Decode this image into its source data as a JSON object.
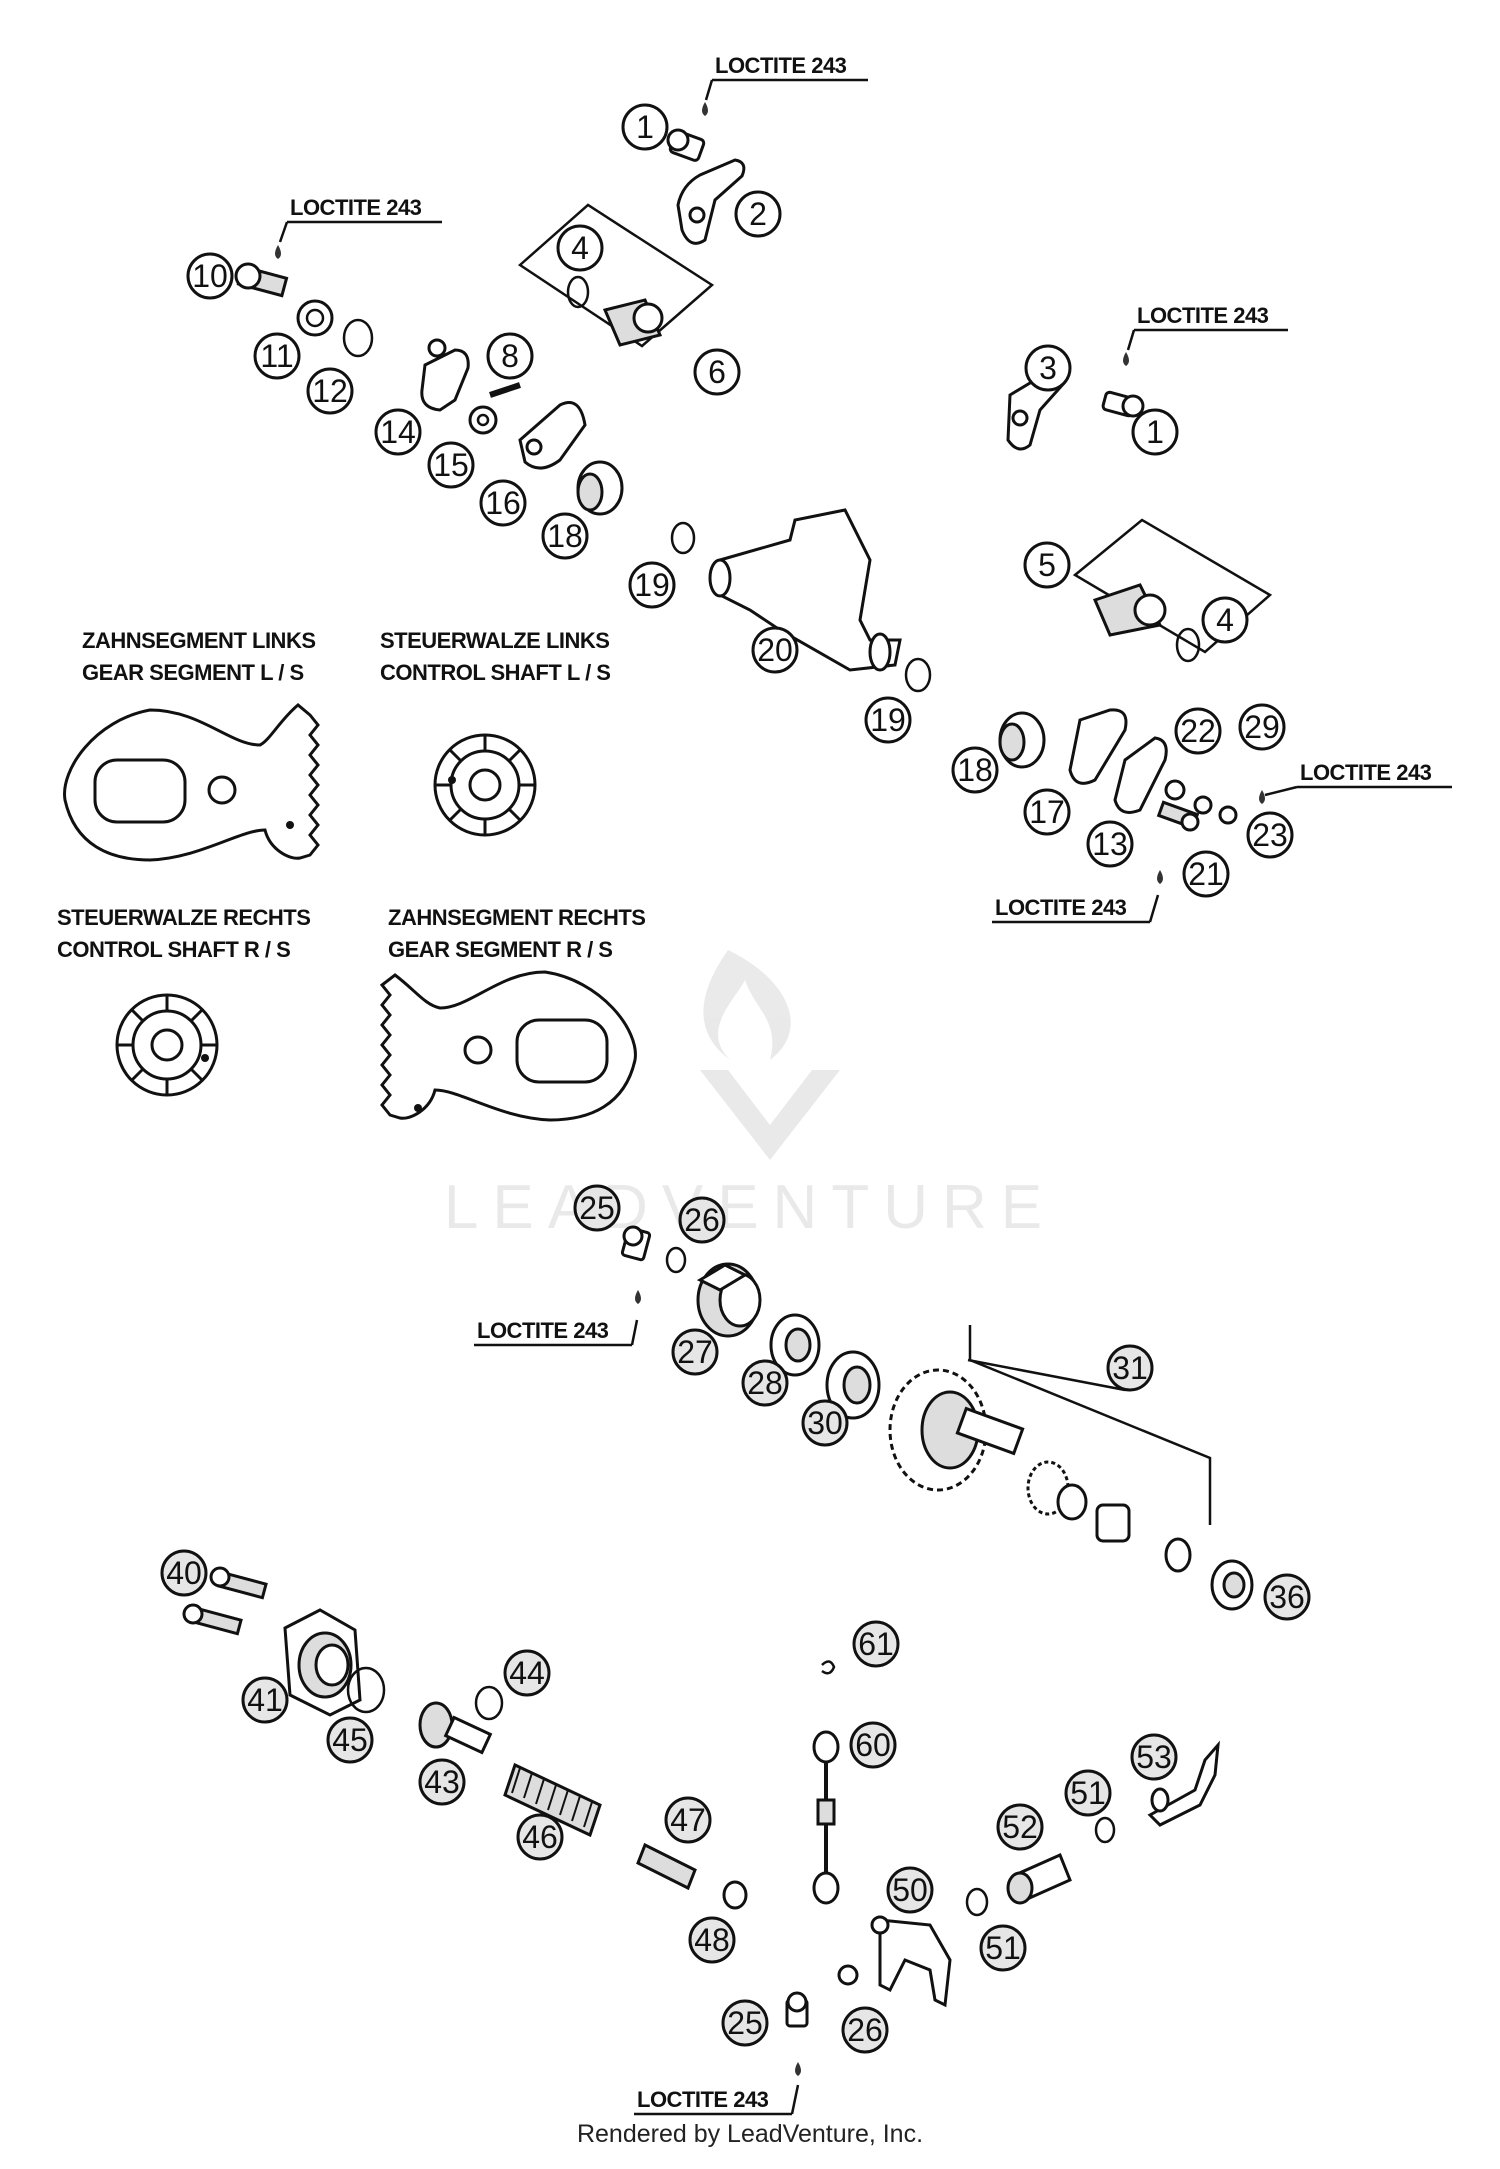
{
  "diagram": {
    "loctite_label": "LOCTITE 243",
    "views": [
      {
        "line1": "ZAHNSEGMENT LINKS",
        "line2": "GEAR SEGMENT L / S"
      },
      {
        "line1": "STEUERWALZE LINKS",
        "line2": "CONTROL SHAFT L / S"
      },
      {
        "line1": "STEUERWALZE RECHTS",
        "line2": "CONTROL SHAFT R / S"
      },
      {
        "line1": "ZAHNSEGMENT RECHTS",
        "line2": "GEAR SEGMENT R / S"
      }
    ],
    "callouts": [
      "1",
      "2",
      "4",
      "6",
      "10",
      "11",
      "12",
      "8",
      "14",
      "15",
      "16",
      "18",
      "3",
      "1",
      "5",
      "4",
      "19",
      "20",
      "19",
      "18",
      "17",
      "13",
      "22",
      "29",
      "23",
      "21",
      "25",
      "26",
      "27",
      "28",
      "30",
      "31",
      "36",
      "40",
      "41",
      "45",
      "44",
      "43",
      "46",
      "47",
      "48",
      "61",
      "60",
      "50",
      "51",
      "52",
      "53",
      "51",
      "25",
      "26"
    ]
  },
  "watermark": "LEADVENTURE",
  "footer": "Rendered by LeadVenture, Inc."
}
